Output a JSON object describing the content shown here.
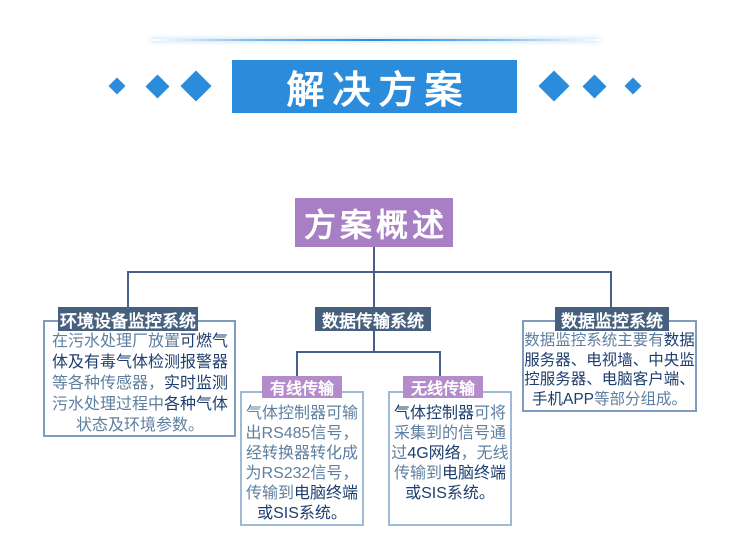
{
  "hero": {
    "title": "解决方案"
  },
  "overview": {
    "label": "方案概述"
  },
  "branches": {
    "env": {
      "title": "环境设备监控系统",
      "segments": [
        {
          "text": "在污水处理厂放置",
          "em": false
        },
        {
          "text": "可燃气体及有毒气体检测报警器",
          "em": true
        },
        {
          "text": "等各种传感器，",
          "em": false
        },
        {
          "text": "实时监测",
          "em": true
        },
        {
          "text": "污水处理过程中",
          "em": false
        },
        {
          "text": "各种气体",
          "em": true
        },
        {
          "text": "状态及环境参数。",
          "em": false
        }
      ]
    },
    "transmission": {
      "title": "数据传输系统",
      "wired": {
        "title": "有线传输",
        "segments": [
          {
            "text": "气体控制器可输出RS485信号，经转换器转化成为RS232信号，传输到",
            "em": false
          },
          {
            "text": "电脑终端或SIS系统。",
            "em": true
          }
        ]
      },
      "wireless": {
        "title": "无线传输",
        "segments": [
          {
            "text": "气体控制器",
            "em": true
          },
          {
            "text": "可将采集到的信号通过",
            "em": false
          },
          {
            "text": "4G网络",
            "em": true
          },
          {
            "text": "，无线传输到",
            "em": false
          },
          {
            "text": "电脑终端或SIS系统。",
            "em": true
          }
        ]
      }
    },
    "monitor": {
      "title": "数据监控系统",
      "segments": [
        {
          "text": "数据监控系统主要有",
          "em": false
        },
        {
          "text": "数据服务器、电视墙、中央监控服务器、电脑客户端、手机APP",
          "em": true
        },
        {
          "text": "等部分组成。",
          "em": false
        }
      ]
    }
  },
  "palette": {
    "banner_blue": "#2b8cdb",
    "purple_main": "#a87fc4",
    "purple_sub": "#b58ccb",
    "header_slate": "#46607e",
    "connector_line": "#46618c",
    "box_border": "#7e9cbe",
    "sub_box_border": "#9fb9d6",
    "text_normal": "#5f7fa0",
    "text_emphasis": "#1d3e6f"
  }
}
